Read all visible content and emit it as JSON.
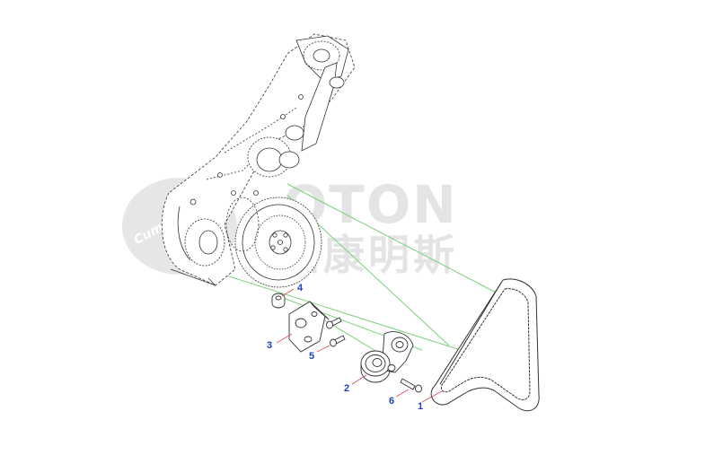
{
  "watermark": {
    "badge_text": "Cumm",
    "latin_text": "OTON",
    "cjk_text": "田康明斯"
  },
  "callouts": [
    {
      "id": "1",
      "part": "belt"
    },
    {
      "id": "2",
      "part": "belt-tensioner"
    },
    {
      "id": "3",
      "part": "tensioner-bracket"
    },
    {
      "id": "4",
      "part": "spacer"
    },
    {
      "id": "5",
      "part": "bracket-capscrew"
    },
    {
      "id": "6",
      "part": "tensioner-capscrew"
    }
  ],
  "colors": {
    "callout_text": "#1f3fbf",
    "leader_line": "#d0505a",
    "assembly_line": "#7ad07a",
    "drawing_line": "#333333",
    "watermark": "#e4e4e4"
  }
}
